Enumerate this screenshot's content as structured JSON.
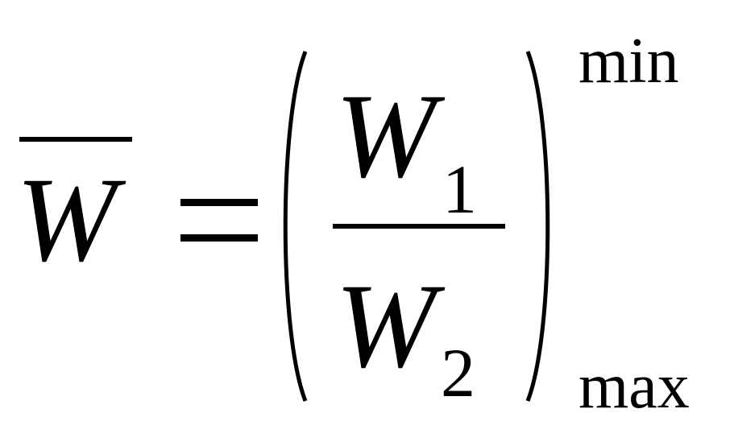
{
  "formula": {
    "lhs_symbol": "W",
    "equals": "=",
    "numerator": {
      "symbol": "W",
      "subscript": "1"
    },
    "denominator": {
      "symbol": "W",
      "subscript": "2"
    },
    "superscript": "min",
    "subscript": "max"
  }
}
